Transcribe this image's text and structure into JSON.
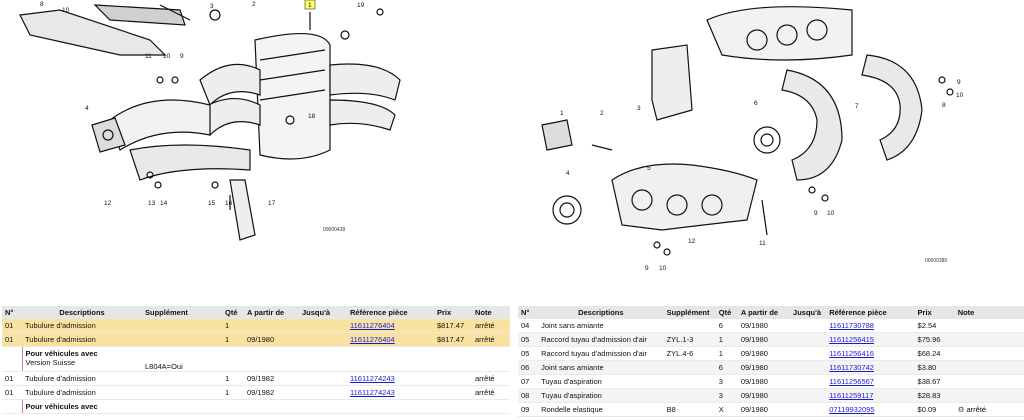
{
  "left_diagram": {
    "callouts": [
      "8",
      "10",
      "2",
      "1",
      "19",
      "3",
      "11",
      "10",
      "9",
      "18",
      "4",
      "12",
      "13",
      "14",
      "15",
      "16",
      "17"
    ],
    "code": "00000438"
  },
  "right_diagram": {
    "callouts": [
      "1",
      "2",
      "3",
      "6",
      "7",
      "8",
      "9",
      "10",
      "4",
      "5",
      "9",
      "10",
      "12",
      "11"
    ],
    "code": "00000380"
  },
  "table_headers": [
    "N°",
    "Descriptions",
    "Supplément",
    "Qté",
    "A partir de",
    "Jusqu'à",
    "Référence pièce",
    "Prix",
    "Note"
  ],
  "left_rows": [
    {
      "no": "01",
      "desc": "Tubulure d'admission",
      "supp": "",
      "qty": "1",
      "from": "",
      "to": "",
      "ref": "11611276404",
      "price": "$817.47",
      "note": "arrêté",
      "hl": true
    },
    {
      "no": "01",
      "desc": "Tubulure d'admission",
      "supp": "",
      "qty": "1",
      "from": "09/1980",
      "to": "",
      "ref": "11611276404",
      "price": "$817.47",
      "note": "arrêté",
      "hl": true
    },
    {
      "cond": "Pour véhicules avec",
      "sub": "Version Suisse",
      "supp": "L804A=Oui"
    },
    {
      "no": "01",
      "desc": "Tubulure d'admission",
      "supp": "",
      "qty": "1",
      "from": "09/1982",
      "to": "",
      "ref": "11611274243",
      "price": "",
      "note": "arrêté"
    },
    {
      "no": "01",
      "desc": "Tubulure d'admission",
      "supp": "",
      "qty": "1",
      "from": "09/1982",
      "to": "",
      "ref": "11611274243",
      "price": "",
      "note": "arrêté"
    },
    {
      "cond": "Pour véhicules avec",
      "sub": "",
      "supp": ""
    }
  ],
  "right_rows": [
    {
      "no": "04",
      "desc": "Joint sans amiante",
      "supp": "",
      "qty": "6",
      "from": "09/1980",
      "to": "",
      "ref": "11611730788",
      "price": "$2.54",
      "note": ""
    },
    {
      "no": "05",
      "desc": "Raccord tuyau d'admission d'air",
      "supp": "ZYL.1-3",
      "qty": "1",
      "from": "09/1980",
      "to": "",
      "ref": "11611256415",
      "price": "$75.96",
      "note": ""
    },
    {
      "no": "05",
      "desc": "Raccord tuyau d'admission d'air",
      "supp": "ZYL.4-6",
      "qty": "1",
      "from": "09/1980",
      "to": "",
      "ref": "11611256416",
      "price": "$68.24",
      "note": ""
    },
    {
      "no": "06",
      "desc": "Joint sans amiante",
      "supp": "",
      "qty": "6",
      "from": "09/1980",
      "to": "",
      "ref": "11611730742",
      "price": "$3.80",
      "note": ""
    },
    {
      "no": "07",
      "desc": "Tuyau d'aspiration",
      "supp": "",
      "qty": "3",
      "from": "09/1980",
      "to": "",
      "ref": "11611256567",
      "price": "$38.67",
      "note": ""
    },
    {
      "no": "08",
      "desc": "Tuyau d'aspiration",
      "supp": "",
      "qty": "3",
      "from": "09/1980",
      "to": "",
      "ref": "11611259117",
      "price": "$28.83",
      "note": ""
    },
    {
      "no": "09",
      "desc": "Rondelle elastique",
      "supp": "B8",
      "qty": "X",
      "from": "09/1980",
      "to": "",
      "ref": "07119932095",
      "price": "$0.09",
      "note": "arrêté"
    }
  ]
}
